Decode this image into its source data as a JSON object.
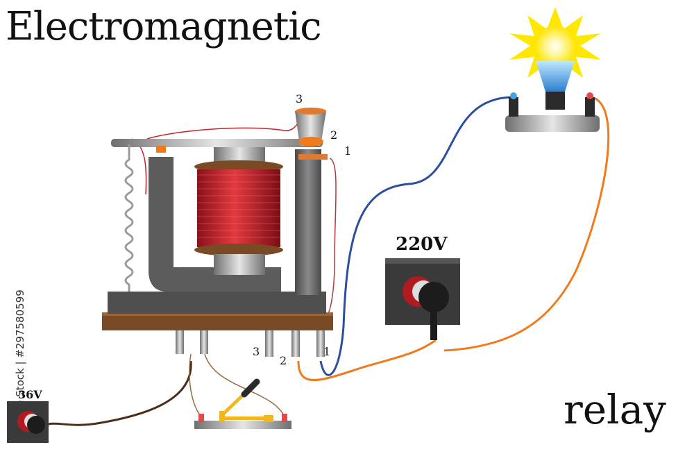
{
  "title": "Electromagnetic",
  "subtitle": "relay",
  "watermark": "Adobe Stock | #297580599",
  "voltages": {
    "high": "220V",
    "low": "36V"
  },
  "contact_labels_top": [
    "3",
    "2",
    "1"
  ],
  "terminal_labels": [
    "3",
    "2",
    "1"
  ],
  "colors": {
    "coil": "#c8202a",
    "frame": "#5f5f5f",
    "base": "#7a4a24",
    "wire_blue": "#2b4f9e",
    "wire_orange": "#f07a1c",
    "wire_brown": "#4a2e1a",
    "bulb_glow": "#fff24a",
    "outlet": "#3a3a3a"
  }
}
